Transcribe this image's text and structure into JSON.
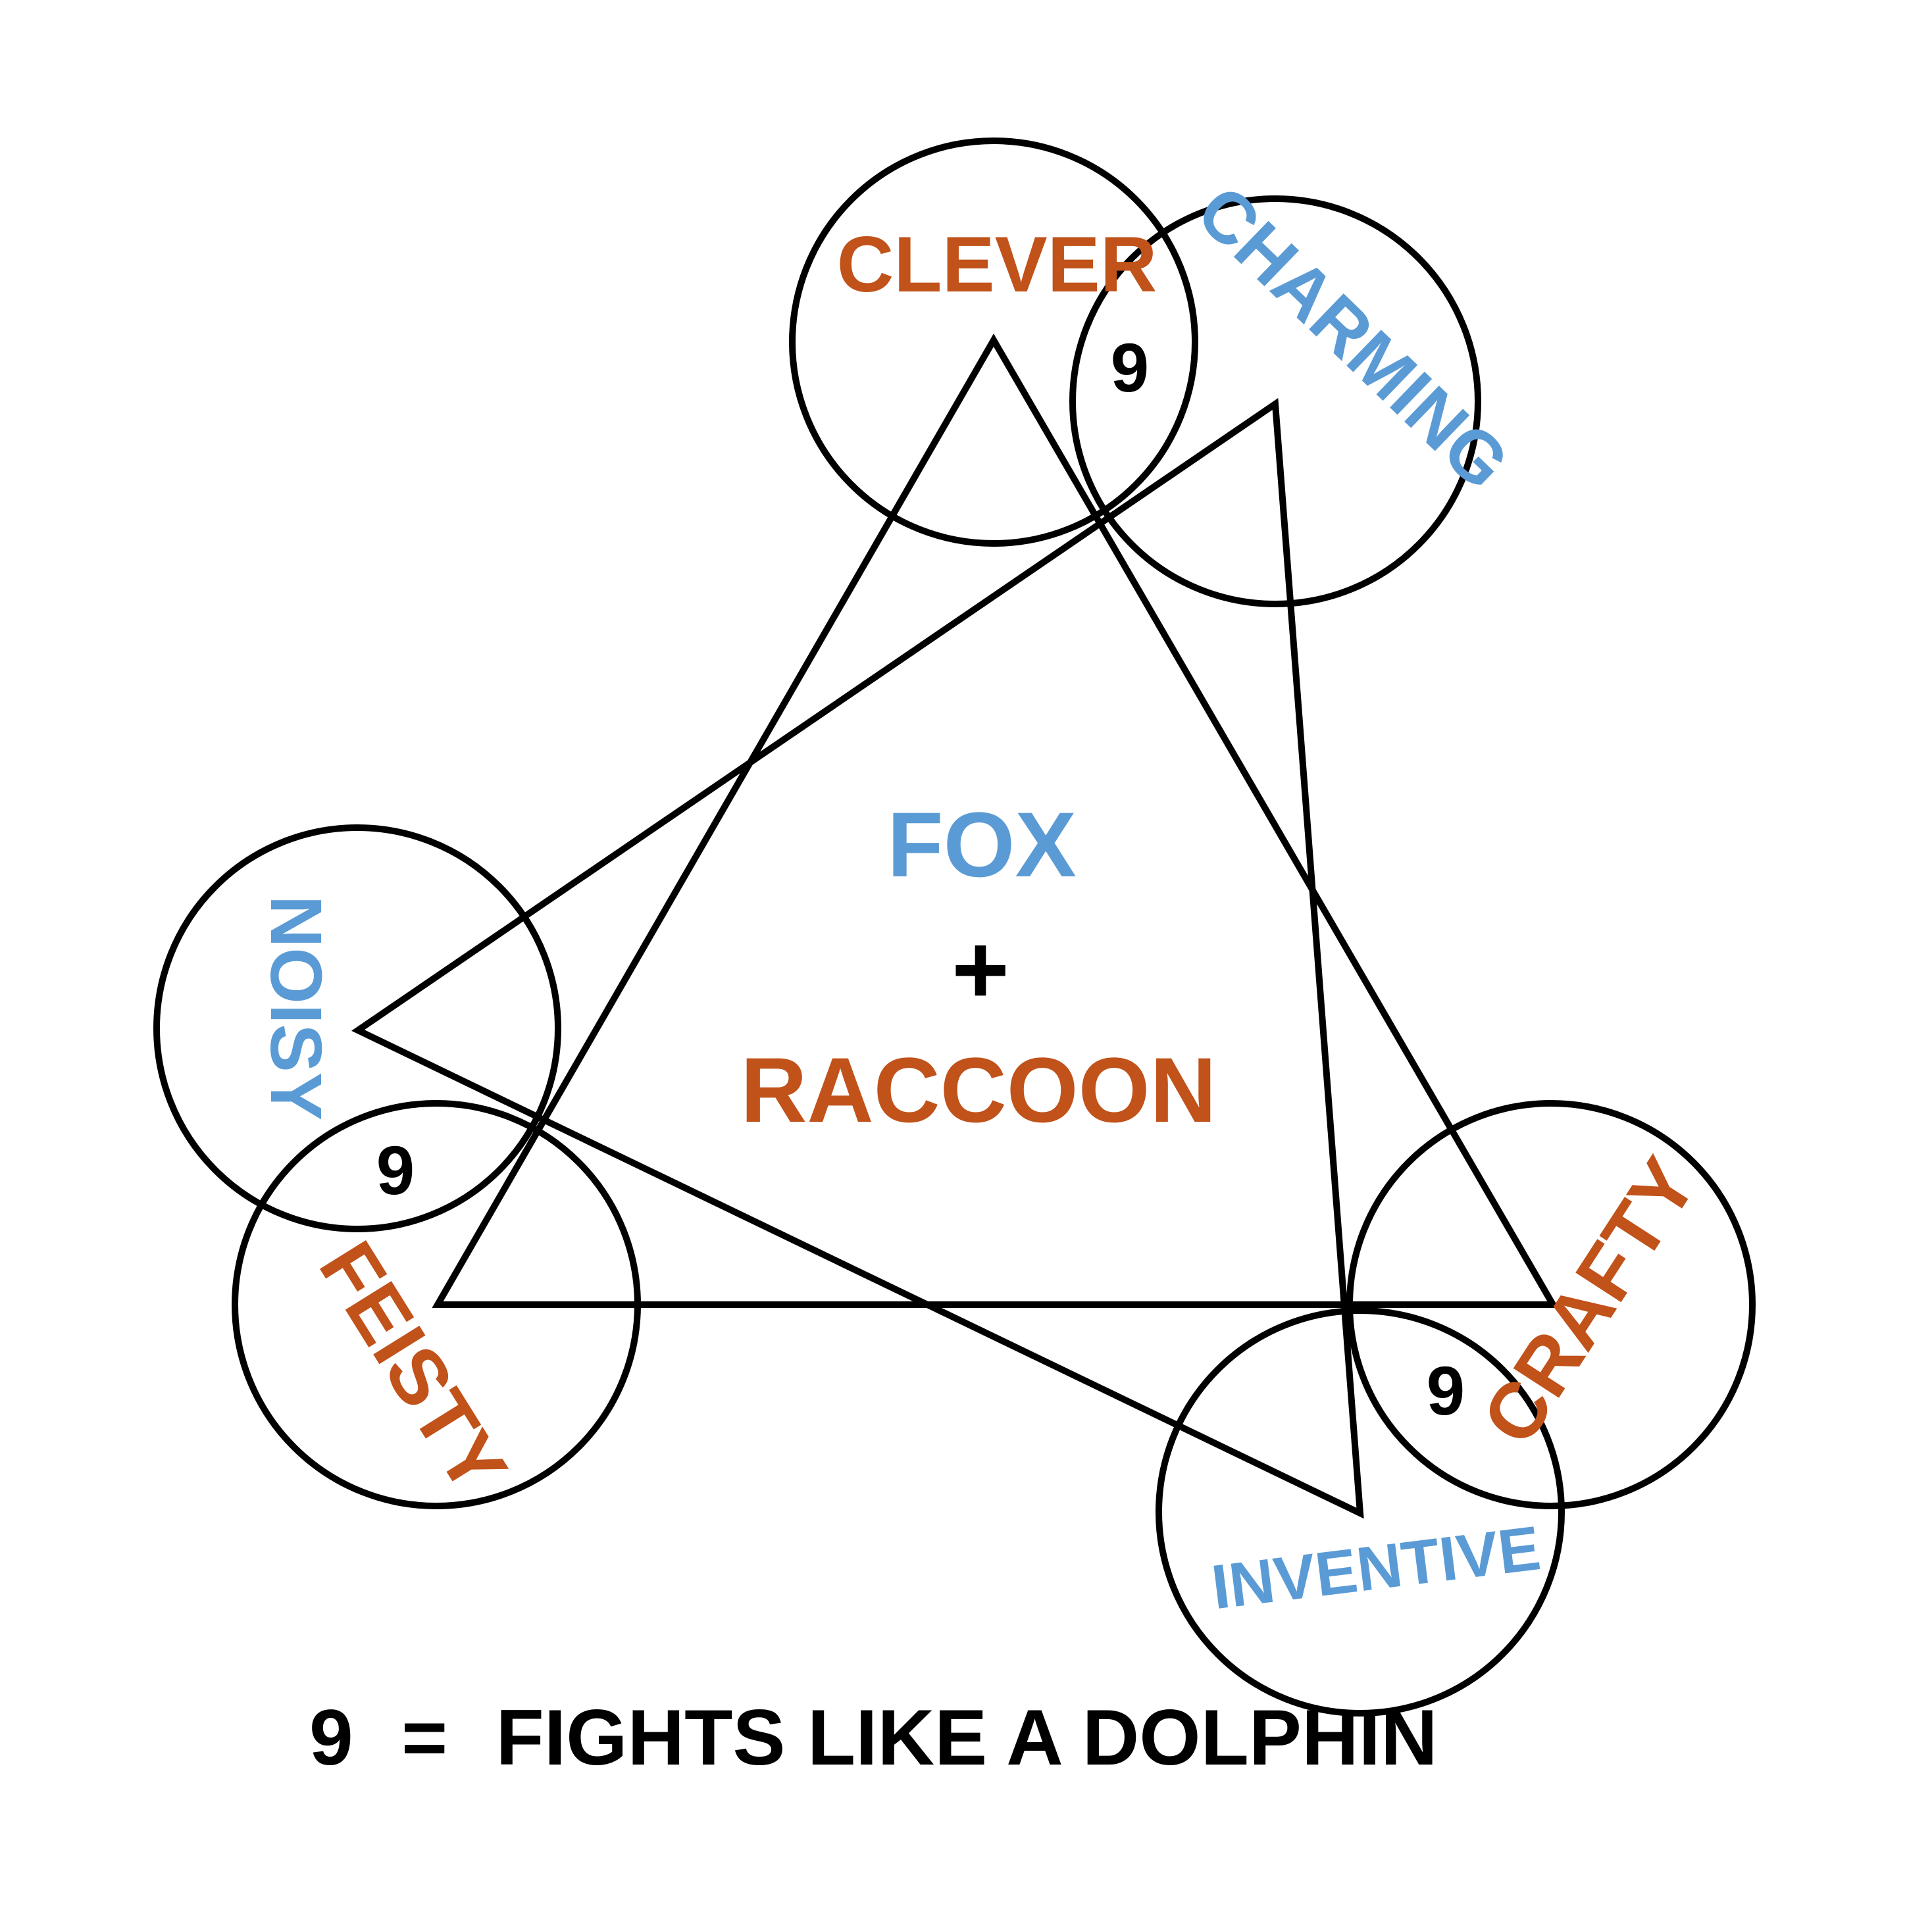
{
  "colors": {
    "fox": "#5b9bd5",
    "raccoon": "#c0521a",
    "ink": "#000000",
    "background": "#ffffff"
  },
  "center": {
    "fox": "FOX",
    "plus": "+",
    "raccoon": "RACCOON"
  },
  "traits": {
    "fox": [
      "CHARMING",
      "NOISY",
      "INVENTIVE"
    ],
    "raccoon": [
      "CLEVER",
      "FEISTY",
      "CRAFTY"
    ]
  },
  "overlap_markers": [
    "9",
    "9",
    "9"
  ],
  "legend": {
    "symbol": "9",
    "equals": "=",
    "text": "FIGHTS LIKE A DOLPHIN"
  }
}
